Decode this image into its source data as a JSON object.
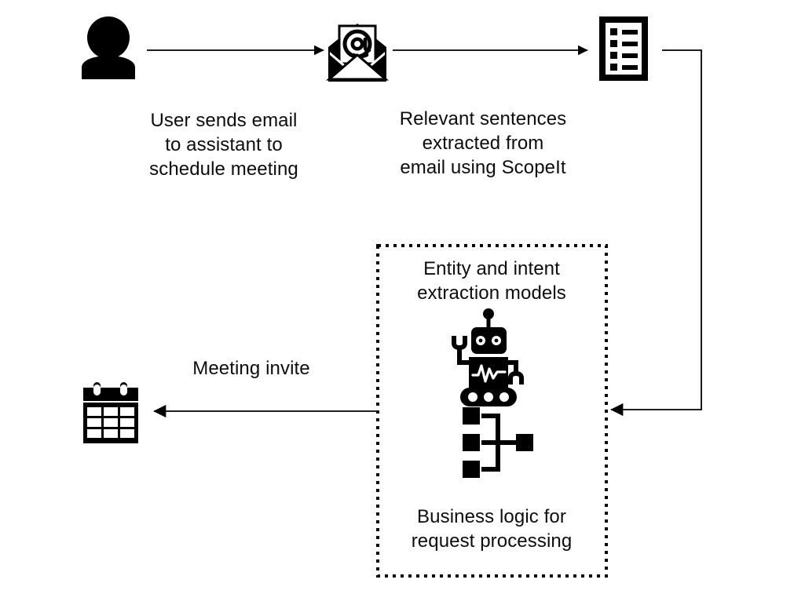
{
  "diagram": {
    "title": "Email to meeting invite assistant pipeline",
    "background_color": "#ffffff",
    "stroke_color": "#000000",
    "text_color": "#0d0d0d",
    "captions": {
      "user_email": "User sends email\nto assistant to\nschedule meeting",
      "scopeit": "Relevant sentences\nextracted from\nemail using ScopeIt",
      "models": "Entity and intent\nextraction models",
      "business_logic": "Business logic for\nrequest processing",
      "meeting_invite": "Meeting invite"
    },
    "icons": [
      {
        "name": "user-icon",
        "label": "User"
      },
      {
        "name": "email-at-icon",
        "label": "Email with @ symbol"
      },
      {
        "name": "document-list-icon",
        "label": "Extracted sentences list"
      },
      {
        "name": "robot-icon",
        "label": "Machine learning model"
      },
      {
        "name": "hierarchy-icon",
        "label": "Business logic tree"
      },
      {
        "name": "calendar-icon",
        "label": "Calendar meeting invite"
      }
    ],
    "container": {
      "name": "processing-container",
      "border_style": "dotted",
      "border_color": "#000000"
    },
    "connectors": [
      {
        "name": "connector-user-to-email",
        "from": "user-icon",
        "to": "email-at-icon",
        "direction": "right"
      },
      {
        "name": "connector-email-to-list",
        "from": "email-at-icon",
        "to": "document-list-icon",
        "direction": "right"
      },
      {
        "name": "connector-list-to-container",
        "from": "document-list-icon",
        "to": "processing-container",
        "direction": "left"
      },
      {
        "name": "connector-container-to-calendar",
        "from": "processing-container",
        "to": "calendar-icon",
        "direction": "left"
      }
    ]
  }
}
